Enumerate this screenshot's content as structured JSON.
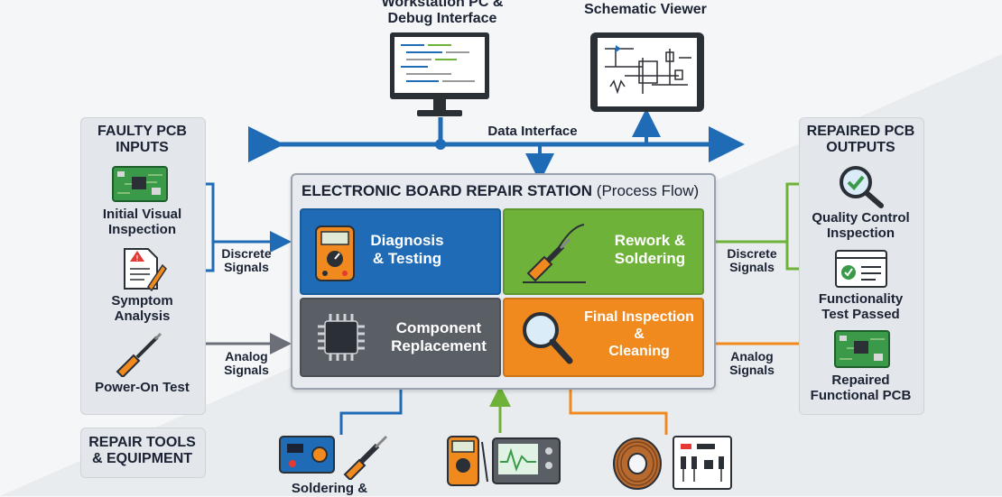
{
  "top": {
    "workstation_label": "Workstation PC & Debug Interface",
    "workstation_line1": "Workstation PC &",
    "workstation_line2": "Debug Interface",
    "schematic_label": "Schematic Viewer",
    "data_interface": "Data Interface"
  },
  "left_panel": {
    "title_line1": "FAULTY PCB",
    "title_line2": "INPUTS",
    "items": [
      {
        "line1": "Initial Visual",
        "line2": "Inspection",
        "icon": "pcb-icon"
      },
      {
        "line1": "Symptom",
        "line2": "Analysis",
        "icon": "document-pen-icon"
      },
      {
        "line1": "Power-On Test",
        "line2": "",
        "icon": "screwdriver-icon"
      }
    ]
  },
  "right_panel": {
    "title_line1": "REPAIRED PCB",
    "title_line2": "OUTPUTS",
    "items": [
      {
        "line1": "Quality Control",
        "line2": "Inspection",
        "icon": "magnifier-check-icon"
      },
      {
        "line1": "Functionality",
        "line2": "Test Passed",
        "icon": "checklist-window-icon"
      },
      {
        "line1": "Repaired",
        "line2": "Functional PCB",
        "icon": "pcb-icon"
      }
    ]
  },
  "signals": {
    "left_discrete_line1": "Discrete",
    "left_discrete_line2": "Signals",
    "left_analog_line1": "Analog",
    "left_analog_line2": "Signals",
    "right_discrete_line1": "Discrete",
    "right_discrete_line2": "Signals",
    "right_analog_line1": "Analog",
    "right_analog_line2": "Signals"
  },
  "station": {
    "title_bold": "ELECTRONIC BOARD REPAIR STATION",
    "title_paren": "(Process Flow)",
    "quads": [
      {
        "line1": "Diagnosis",
        "line2": "& Testing",
        "color": "#1f6bb5",
        "icon": "multimeter-icon"
      },
      {
        "line1": "Rework &",
        "line2": "Soldering",
        "color": "#6fb23a",
        "icon": "soldering-iron-icon"
      },
      {
        "line1": "Component",
        "line2": "Replacement",
        "color": "#5a5f66",
        "icon": "chip-icon"
      },
      {
        "line1": "Final Inspection",
        "line2": "&",
        "line3": "Cleaning",
        "color": "#f08a1e",
        "icon": "magnifier-icon"
      }
    ]
  },
  "tools": {
    "title_line1": "REPAIR TOOLS",
    "title_line2": "& EQUIPMENT",
    "soldering_label": "Soldering &"
  },
  "colors": {
    "blue": "#1f6bb5",
    "green": "#6fb23a",
    "orange": "#f08a1e",
    "gray": "#6b7078",
    "text": "#1a2233"
  }
}
